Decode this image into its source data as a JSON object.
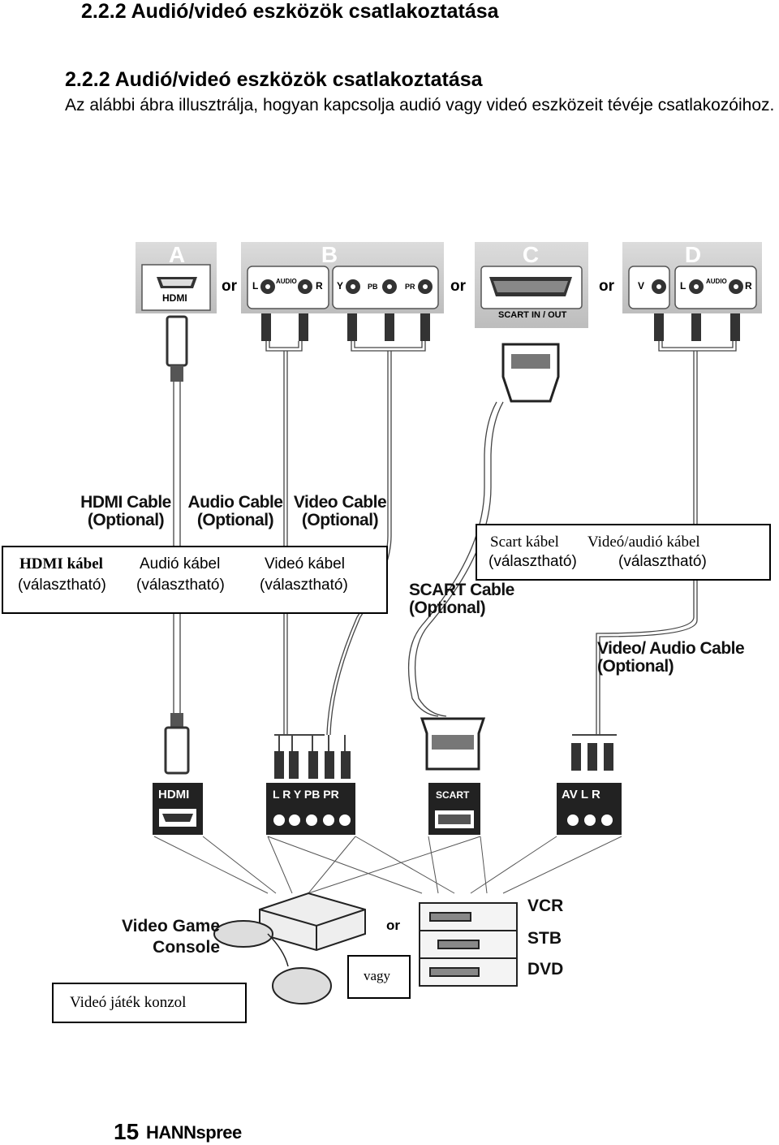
{
  "header": {
    "running_title": "2.2.2 Audió/videó eszközök csatlakoztatása",
    "section_title": "2.2.2 Audió/videó eszközök csatlakoztatása",
    "intro_text": "Az alábbi ábra illusztrálja, hogyan kapcsolja audió vagy videó eszközeit tévéje csatlakozóihoz."
  },
  "tv_panels": {
    "a": "A",
    "b": "B",
    "c": "C",
    "d": "D",
    "hdmi_port": "HDMI",
    "audio_small": "AUDIO",
    "scart_in_out": "SCART IN / OUT",
    "or": "or",
    "ports_b": [
      "L",
      "R",
      "Y",
      "PB",
      "PR"
    ],
    "ports_d": [
      "V",
      "L",
      "R"
    ]
  },
  "cable_labels_en": {
    "hdmi": [
      "HDMI Cable",
      "(Optional)"
    ],
    "audio": [
      "Audio Cable",
      "(Optional)"
    ],
    "video": [
      "Video Cable",
      "(Optional)"
    ],
    "scart": [
      "SCART Cable",
      "(Optional)"
    ],
    "video_audio": [
      "Video/ Audio Cable",
      "(Optional)"
    ]
  },
  "callouts": {
    "left": {
      "hdmi_title": "HDMI kábel",
      "hdmi_sub": "(választható)",
      "audio_title": "Audió kábel",
      "audio_sub": "(választható)",
      "video_title": "Videó kábel",
      "video_sub": "(választható)"
    },
    "right": {
      "scart_title": "Scart kábel",
      "scart_sub": "(választható)",
      "va_title": "Videó/audió kábel",
      "va_sub": "(választható)"
    },
    "game_console": "Videó játék konzol",
    "vagy": "vagy"
  },
  "device_panels": {
    "hdmi": "HDMI",
    "lrypbpr": "L R Y PB PR",
    "scart": "SCART",
    "avlr": "AV L R"
  },
  "devices": {
    "console_en": [
      "Video Game",
      "Console"
    ],
    "or": "or",
    "vcr": "VCR",
    "stb": "STB",
    "dvd": "DVD"
  },
  "footer": {
    "page_number": "15",
    "brand": "HANNspree"
  }
}
